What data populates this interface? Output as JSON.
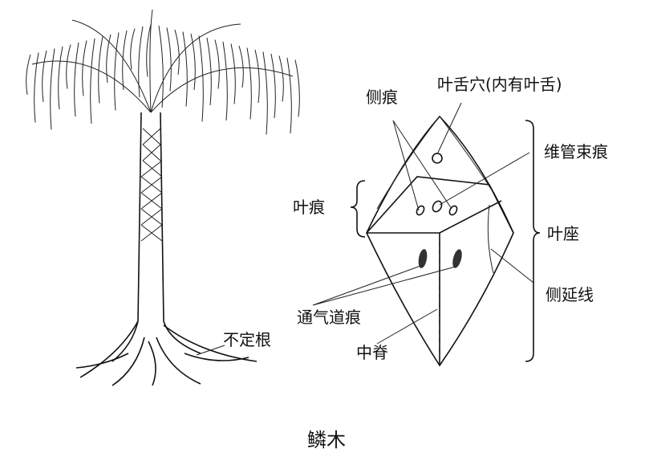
{
  "labels": {
    "side_scar": "侧痕",
    "ligule_pit": "叶舌穴(内有叶舌)",
    "vascular_scar": "维管束痕",
    "leaf_scar": "叶痕",
    "leaf_cushion": "叶座",
    "lateral_line": "侧延线",
    "parichnos": "通气道痕",
    "midrib": "中脊",
    "adventitious_root": "不定根"
  },
  "caption": "鳞木"
}
